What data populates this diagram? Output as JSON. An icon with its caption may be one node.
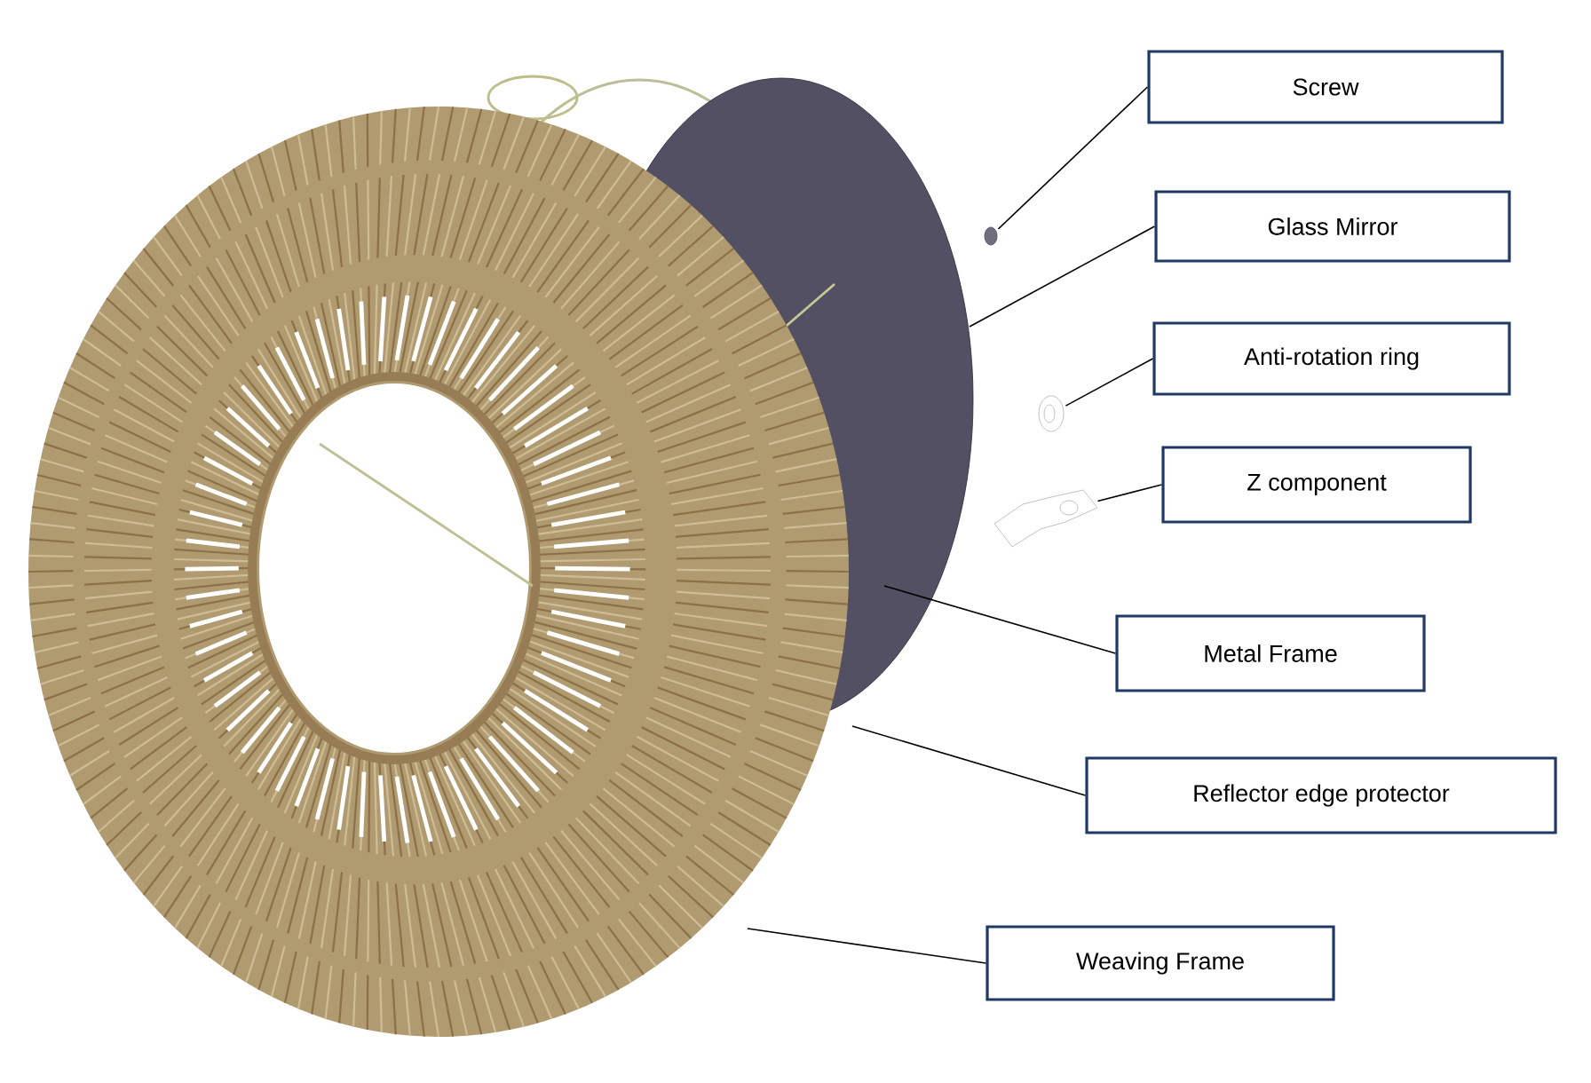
{
  "diagram": {
    "nodes": [
      {
        "text": [
          "Screw"
        ]
      },
      {
        "text": [
          "Glass Mirror"
        ]
      },
      {
        "text": [
          "Anti-rotation ring"
        ]
      },
      {
        "text": [
          "Z component"
        ]
      },
      {
        "text": [
          "Metal Frame"
        ]
      },
      {
        "text": [
          "Reflector edge protector"
        ]
      },
      {
        "text": [
          "Weaving Frame"
        ]
      },
      {
        "text": [],
        "shape": "circle"
      },
      {
        "text": [],
        "shape": "picture"
      },
      {
        "text": [],
        "shape": "picture"
      }
    ],
    "edges": [
      {
        "from": 0,
        "to": 7,
        "arrow": "none"
      },
      {
        "from": 1,
        "to": null,
        "arrow": "none"
      },
      {
        "from": 2,
        "to": 8,
        "arrow": "none"
      },
      {
        "from": 3,
        "to": 9,
        "arrow": "none"
      },
      {
        "from": 4,
        "to": null,
        "arrow": "none"
      },
      {
        "from": 5,
        "to": null,
        "arrow": "none"
      },
      {
        "from": 6,
        "to": null,
        "arrow": "none"
      }
    ]
  }
}
